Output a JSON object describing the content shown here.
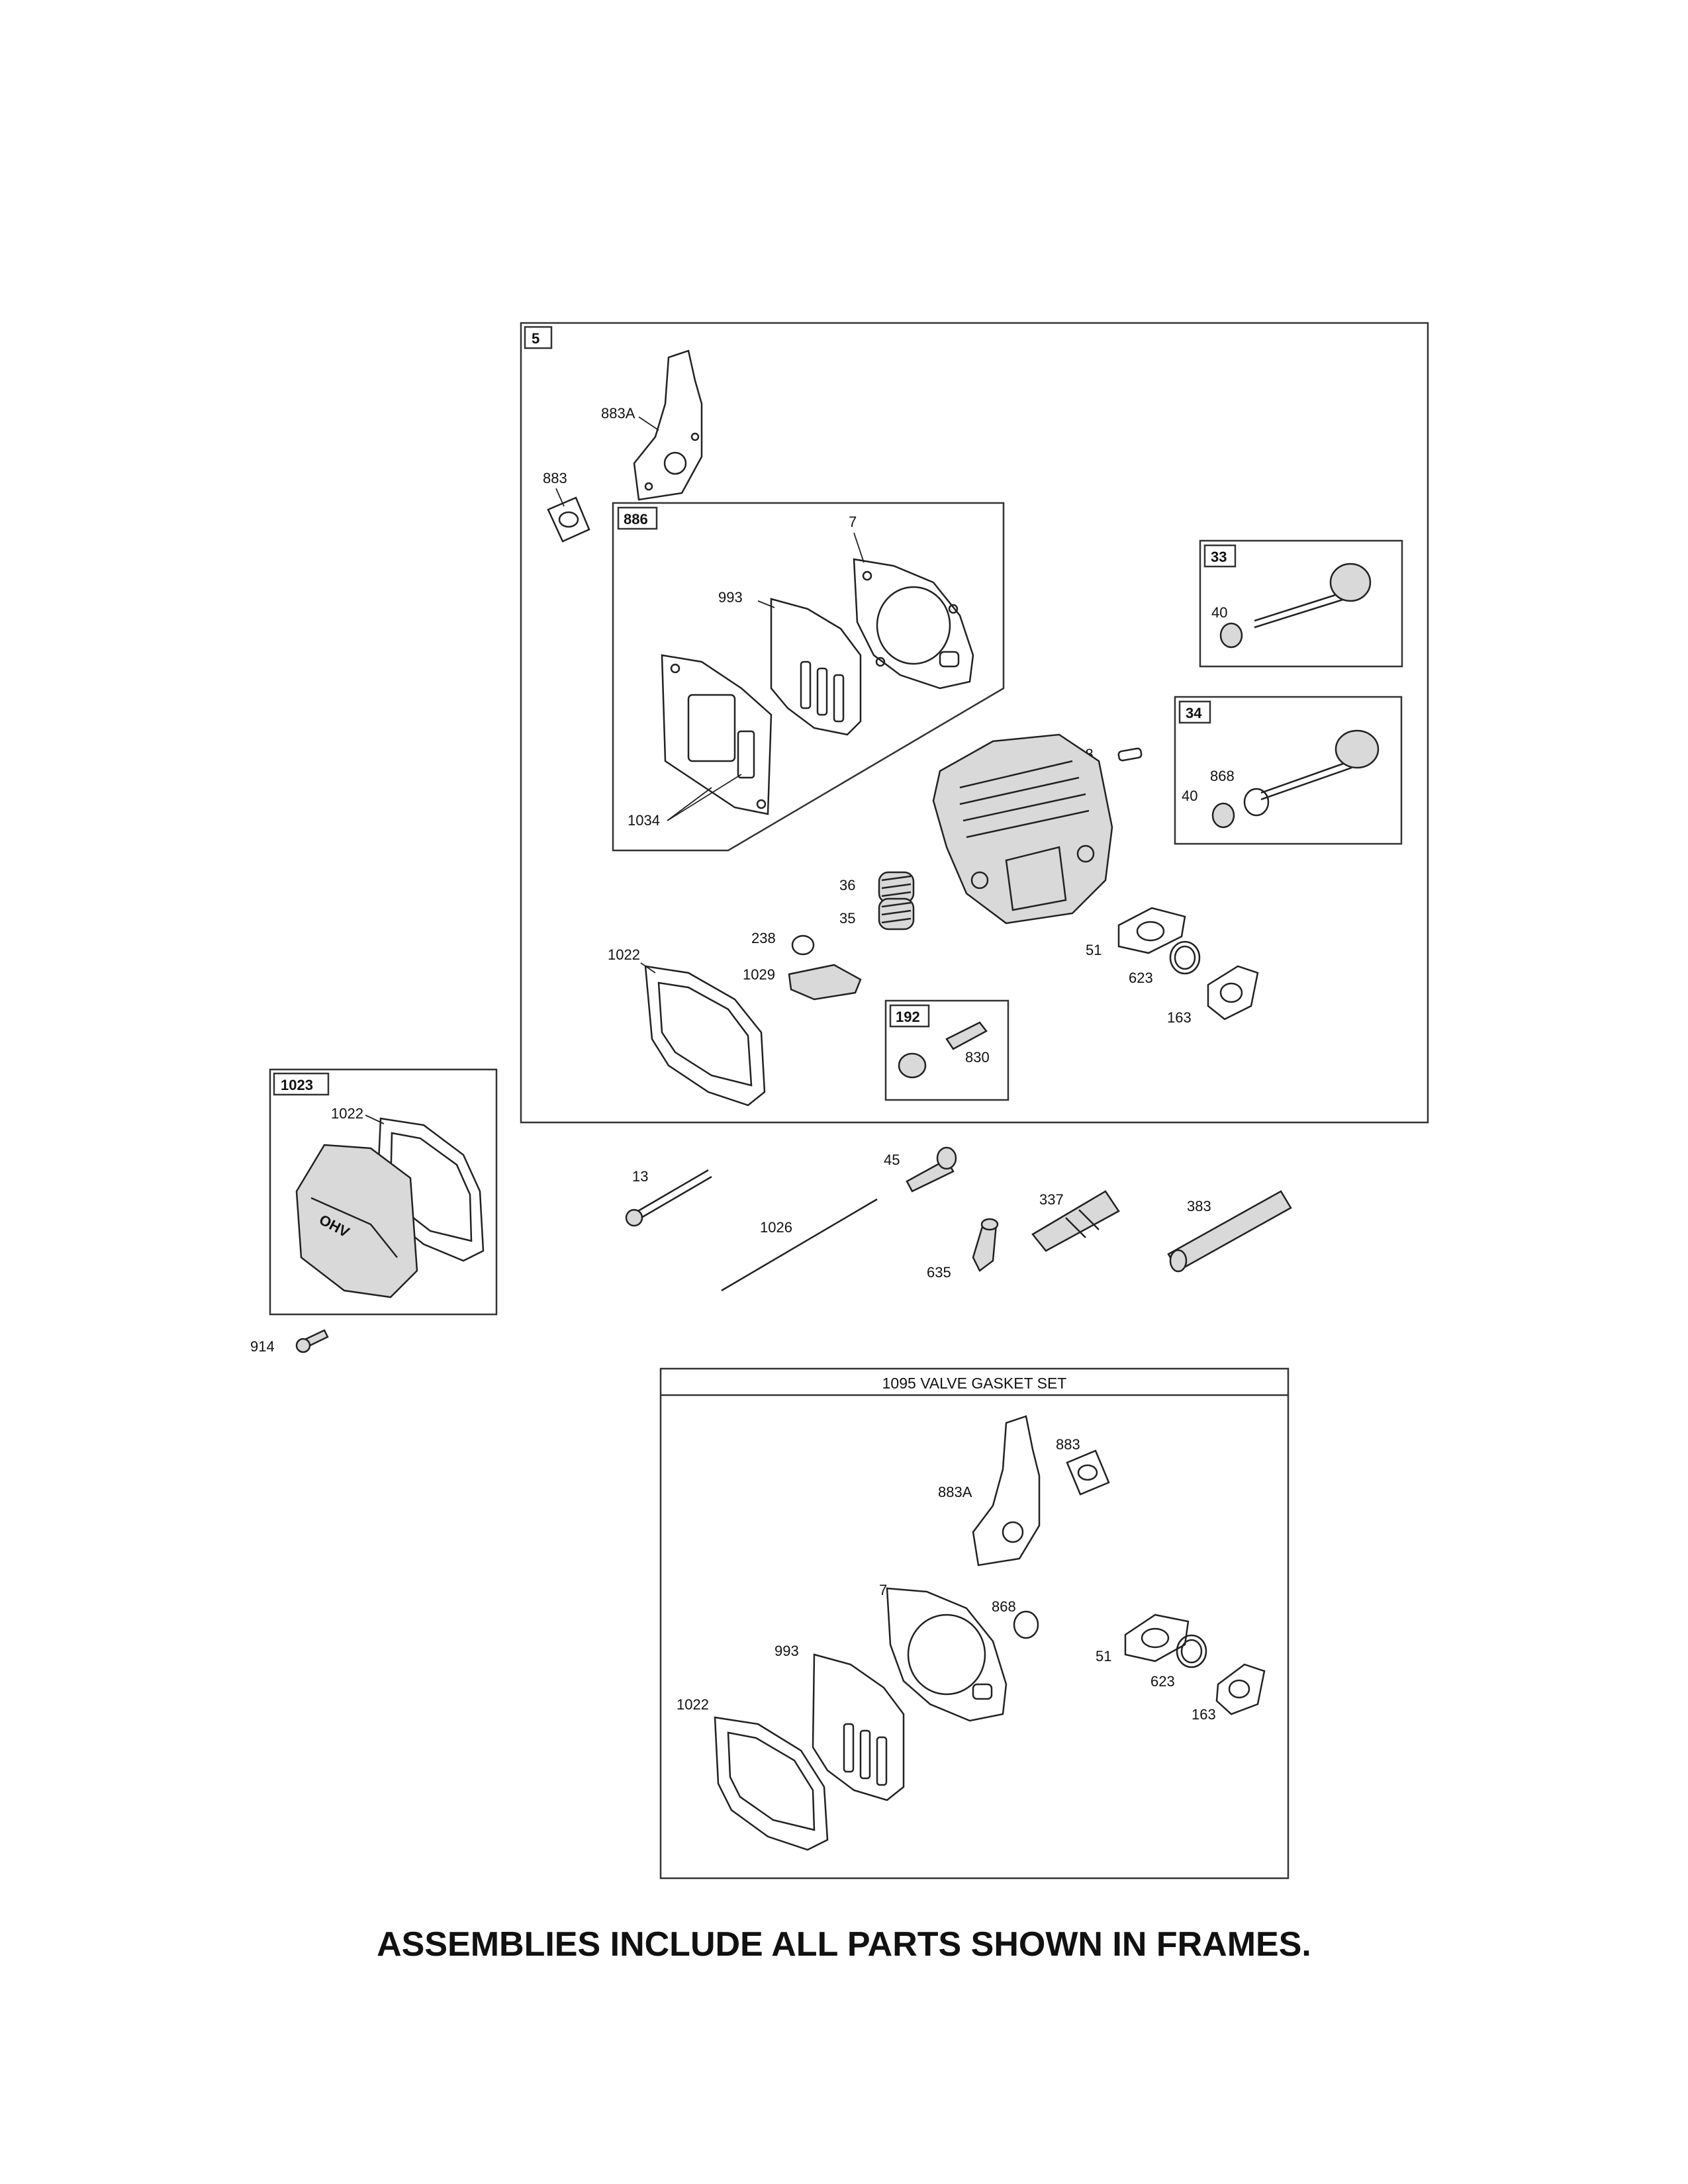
{
  "frames": {
    "main": "5",
    "gasket_set": "886",
    "intake_valve": "33",
    "exhaust_valve": "34",
    "cover": "1023",
    "retainer": "192",
    "valve_gasket_set": "1095 VALVE GASKET SET"
  },
  "labels": {
    "p883a": "883A",
    "p883": "883",
    "p7": "7",
    "p993": "993",
    "p1034": "1034",
    "p40a": "40",
    "p40b": "40",
    "p868": "868",
    "p718": "718",
    "p36": "36",
    "p35": "35",
    "p238": "238",
    "p1022": "1022",
    "p1029": "1029",
    "p51": "51",
    "p623": "623",
    "p163": "163",
    "p830": "830",
    "p1022b": "1022",
    "p13": "13",
    "p45": "45",
    "p1026": "1026",
    "p635": "635",
    "p337": "337",
    "p383": "383",
    "p914": "914",
    "s883": "883",
    "s883a": "883A",
    "s7": "7",
    "s868": "868",
    "s993": "993",
    "s51": "51",
    "s623": "623",
    "s1022": "1022",
    "s163": "163"
  },
  "cover_text": "OHV",
  "footer": "ASSEMBLIES INCLUDE ALL PARTS SHOWN IN FRAMES."
}
